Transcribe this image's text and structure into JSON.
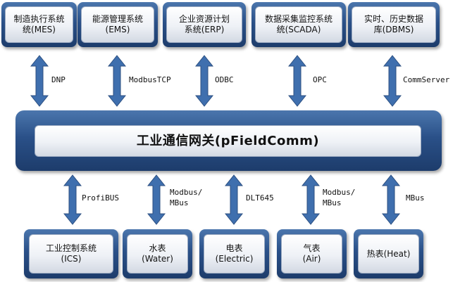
{
  "top_systems": [
    {
      "line1": "制造执行系统",
      "line2": "统(MES)"
    },
    {
      "line1": "能源管理系统",
      "line2": "(EMS)"
    },
    {
      "line1": "企业资源计划",
      "line2": "系统(ERP)"
    },
    {
      "line1": "数据采集监控系统",
      "line2": "统(SCADA)"
    },
    {
      "line1": "实时、历史数据",
      "line2": "库(DBMS)"
    }
  ],
  "top_protocols": [
    "DNP",
    "ModbusTCP",
    "ODBC",
    "OPC",
    "CommServer"
  ],
  "gateway": {
    "title": "工业通信网关(pFieldComm)"
  },
  "bottom_protocols": [
    {
      "line1": "ProfiBUS",
      "line2": ""
    },
    {
      "line1": "Modbus/",
      "line2": "MBus"
    },
    {
      "line1": "DLT645",
      "line2": ""
    },
    {
      "line1": "Modbus/",
      "line2": "MBus"
    },
    {
      "line1": "MBus",
      "line2": ""
    }
  ],
  "bottom_devices": [
    {
      "line1": "工业控制系统",
      "line2": "(ICS)"
    },
    {
      "line1": "水表",
      "line2": "(Water)"
    },
    {
      "line1": "电表",
      "line2": "(Electric)"
    },
    {
      "line1": "气表",
      "line2": "(Air)"
    },
    {
      "line1": "热表(Heat)",
      "line2": ""
    }
  ],
  "colors": {
    "panel": "#2a5088",
    "arrow": "#3f6fae",
    "arrow_stroke": "#2c4f80"
  }
}
